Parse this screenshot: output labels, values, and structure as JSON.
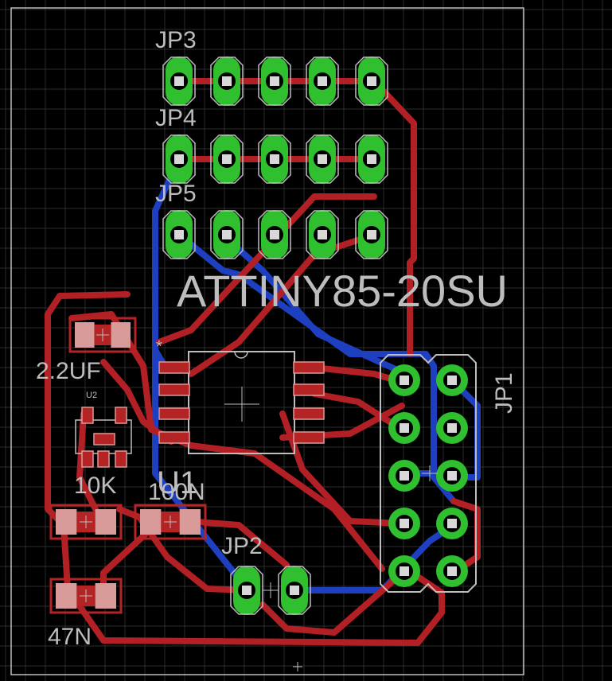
{
  "colors": {
    "background": "#000000",
    "grid": "#3c3c3c",
    "top_trace": "#b21f24",
    "bottom_trace": "#1e3fbf",
    "pad": "#2fbf2f",
    "silk": "#bdbdbd",
    "smd_pad": "#d99a9a",
    "smd_body": "#b52424",
    "drill": "#d8d8d8"
  },
  "labels": {
    "jp3": "JP3",
    "jp4": "JP4",
    "jp5": "JP5",
    "jp2": "JP2",
    "jp1": "JP1",
    "u1_value": "ATTINY85-20SU",
    "u1_name": "U1",
    "u2_name": "U2",
    "c_2u2": "2.2UF",
    "r_10k": "10K",
    "c_100n": "100N",
    "c_47n": "47N",
    "pin1_marker": "*"
  },
  "headers": {
    "jp3_pins": 5,
    "jp4_pins": 5,
    "jp5_pins": 5,
    "jp2_pins": 2,
    "jp1_pins": 10
  }
}
